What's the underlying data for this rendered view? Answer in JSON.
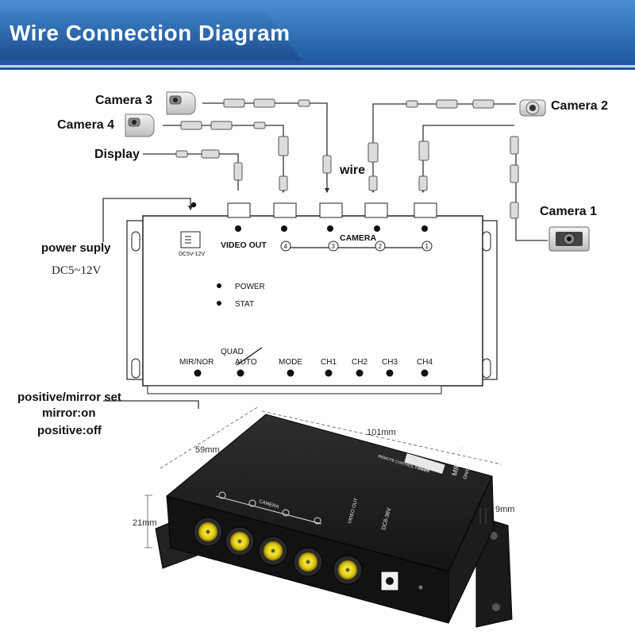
{
  "header": {
    "title": "Wire Connection Diagram"
  },
  "labels": {
    "camera3": "Camera 3",
    "camera4": "Camera 4",
    "camera2": "Camera 2",
    "camera1": "Camera 1",
    "display": "Display",
    "wire": "wire",
    "power_supply": "power suply",
    "power_range": "DC5~12V",
    "positive_mirror_set": "positive/mirror set",
    "mirror_on": "mirror:on",
    "positive_off": "positive:off"
  },
  "device_top": {
    "dc_label": "DC5V-12V",
    "video_out": "VIDEO OUT",
    "camera": "CAMERA",
    "port_numbers": [
      "4",
      "3",
      "2",
      "1"
    ],
    "power": "POWER",
    "stat": "STAT",
    "quad": "QUAD",
    "buttons": [
      "MIR/NOR",
      "AUTO",
      "MODE",
      "CH1",
      "CH2",
      "CH3",
      "CH4"
    ]
  },
  "device_photo": {
    "mir_nor": "MIR/NOR",
    "dc_label": "DC8-36V",
    "video_out": "VIDEO OUT",
    "camera": "CAMERA",
    "keys": "1234",
    "on_off": "ON/OFF",
    "remote_control_power": "REMOTE CONTROL POWER"
  },
  "dimensions": {
    "length": "101mm",
    "width": "59mm",
    "height": "21mm",
    "flange": "9mm"
  },
  "colors": {
    "banner": "#2e6db3",
    "rca_yellow": "#f2e21a",
    "device_body": "#1d1d1d"
  }
}
